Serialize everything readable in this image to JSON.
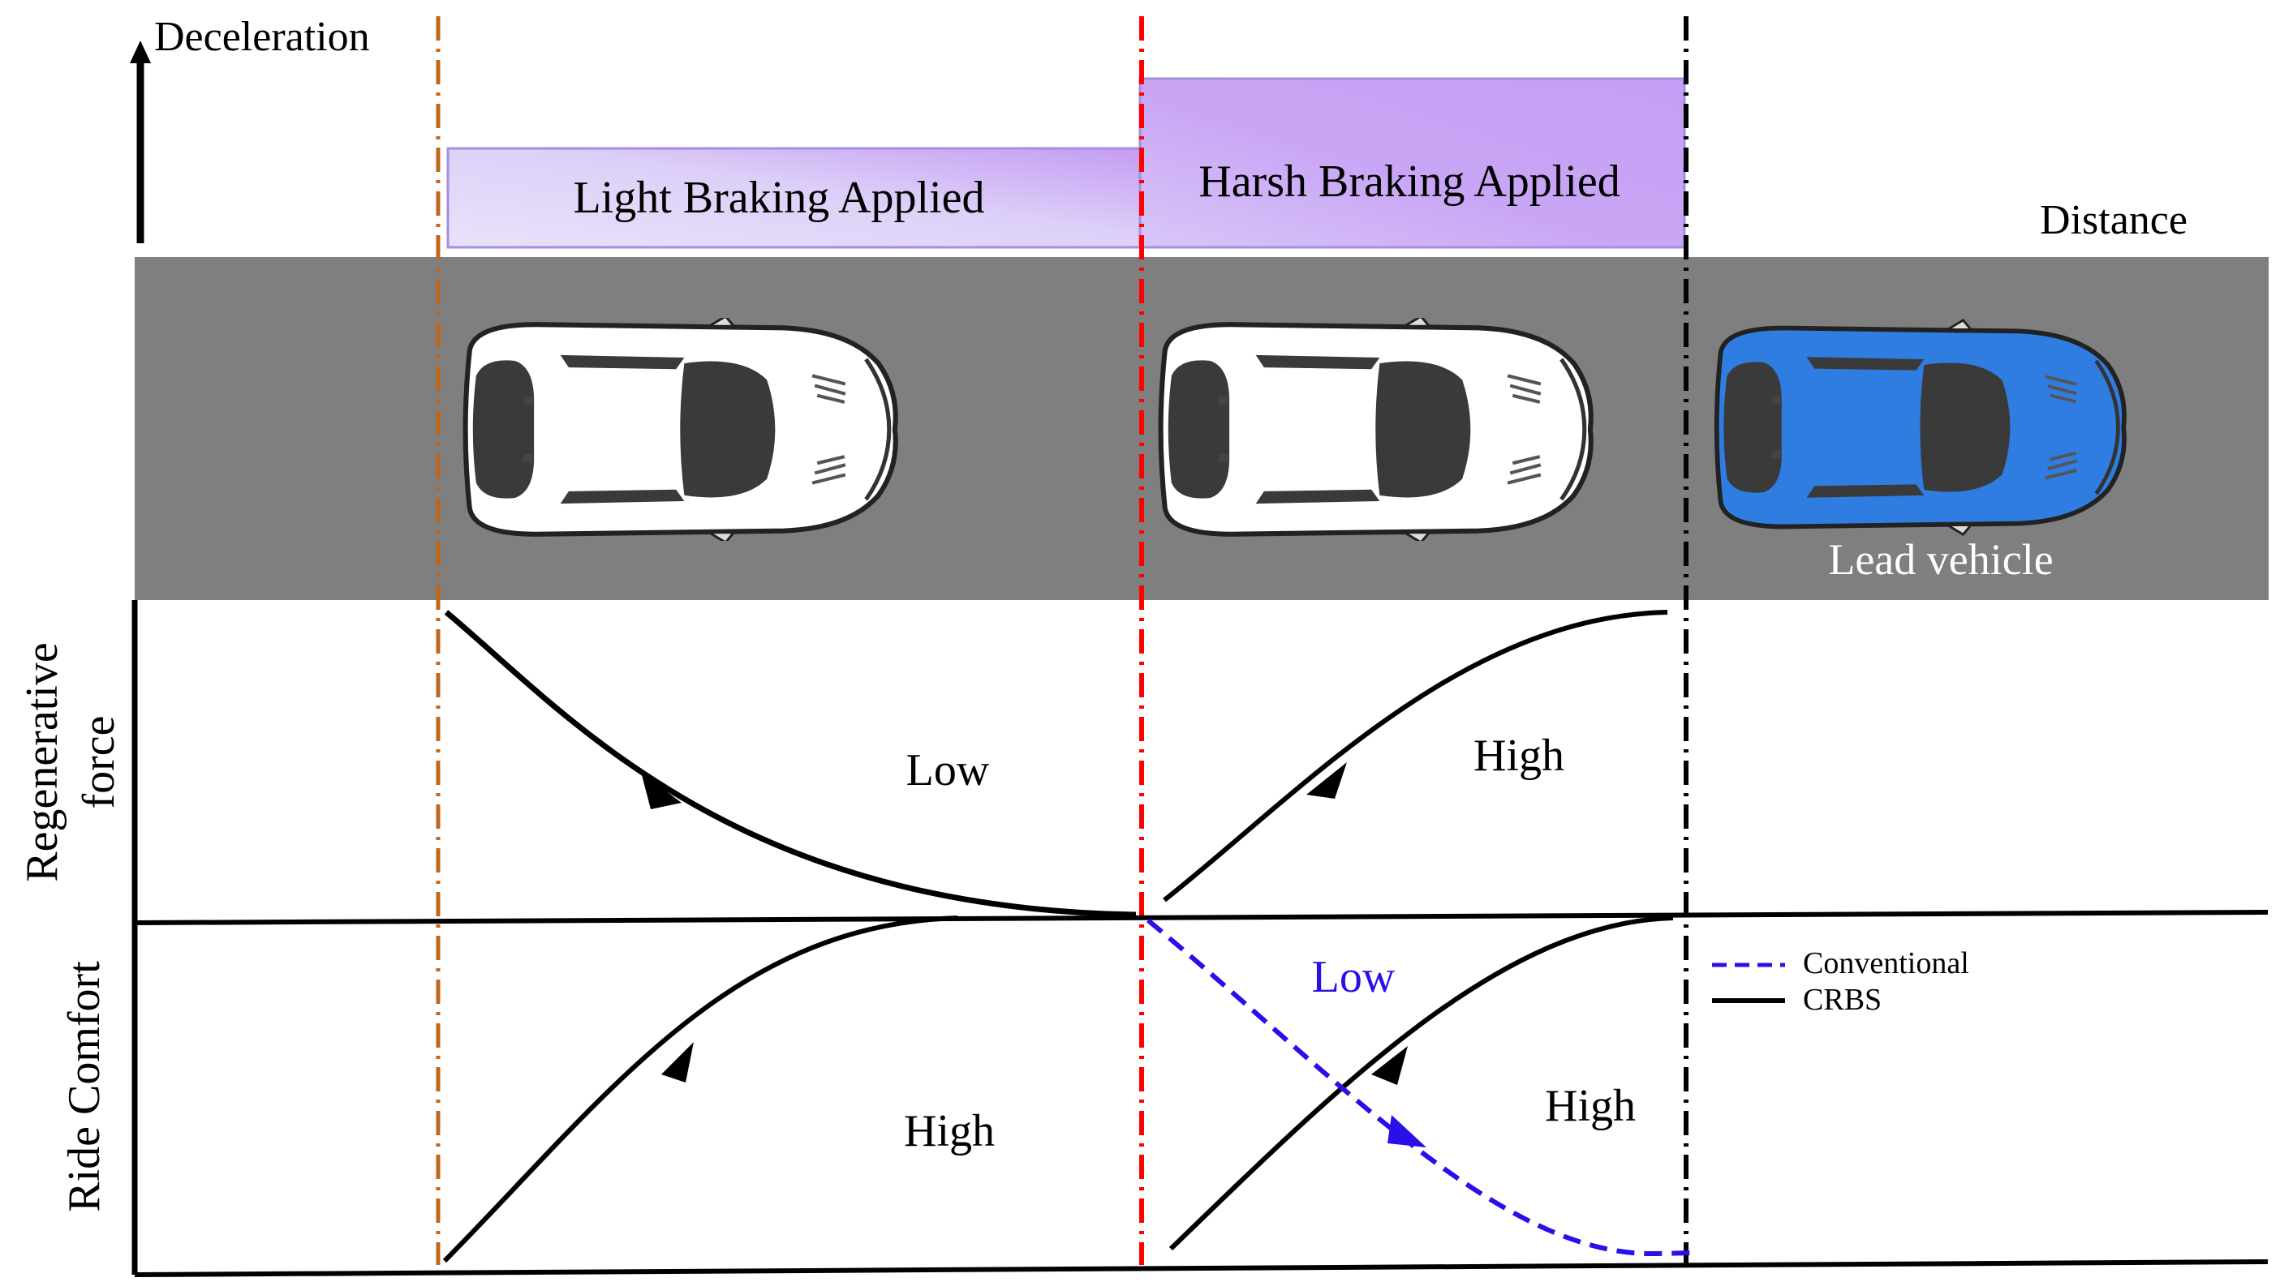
{
  "labels": {
    "deceleration": "Deceleration",
    "distance": "Distance",
    "light_braking": "Light Braking Applied",
    "harsh_braking": "Harsh Braking Applied",
    "lead_vehicle": "Lead vehicle",
    "regen_axis_line1": "Regenerative",
    "regen_axis_line2": "force",
    "ride_comfort_axis": "Ride Comfort",
    "regen_low": "Low",
    "regen_high": "High",
    "comfort_high_light": "High",
    "comfort_low_conventional": "Low",
    "comfort_high_crbs": "High"
  },
  "legend": {
    "conventional": "Conventional",
    "crbs": "CRBS"
  },
  "colors": {
    "road": "#7f7f7f",
    "braking_bar": "#c8a4f5",
    "braking_bar_light": "#e6dcfa",
    "light_phase_line": "#c0651c",
    "harsh_phase_line": "#ff0000",
    "end_phase_line": "#000000",
    "lead_vehicle": "#2f7de1",
    "ego_vehicle": "#ffffff",
    "conventional_curve": "#2a10e8",
    "crbs_curve": "#000000",
    "low_conventional_text": "#2a10e8"
  }
}
